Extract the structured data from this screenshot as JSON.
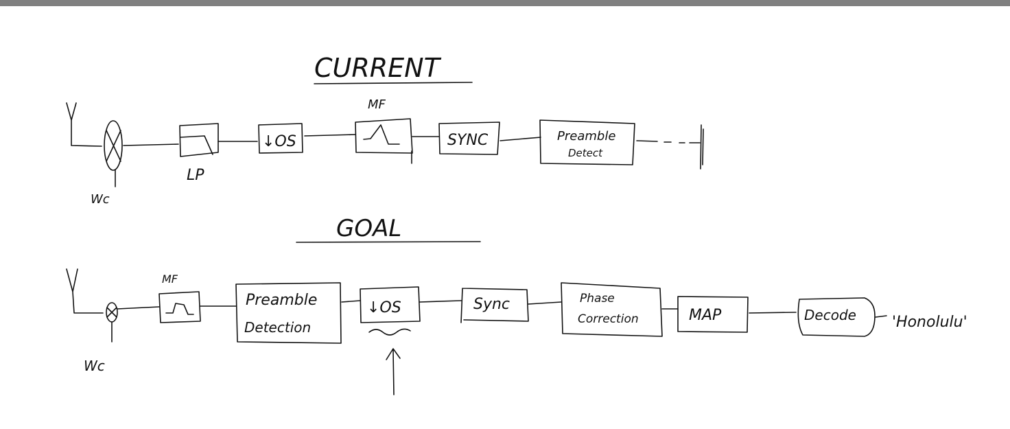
{
  "current": {
    "title": "CURRENT",
    "carrier_label": "Wc",
    "blocks": {
      "lowpass": "LP",
      "downsample": "↓OS",
      "matched_filter": "MF",
      "sync": "SYNC",
      "preamble_line1": "Preamble",
      "preamble_line2": "Detect"
    }
  },
  "goal": {
    "title": "GOAL",
    "carrier_label": "Wc",
    "blocks": {
      "matched_filter": "MF",
      "preamble_line1": "Preamble",
      "preamble_line2": "Detection",
      "downsample": "↓OS",
      "sync": "Sync",
      "phase_line1": "Phase",
      "phase_line2": "Correction",
      "map": "MAP",
      "decode": "Decode"
    },
    "output": "'Honolulu'"
  }
}
